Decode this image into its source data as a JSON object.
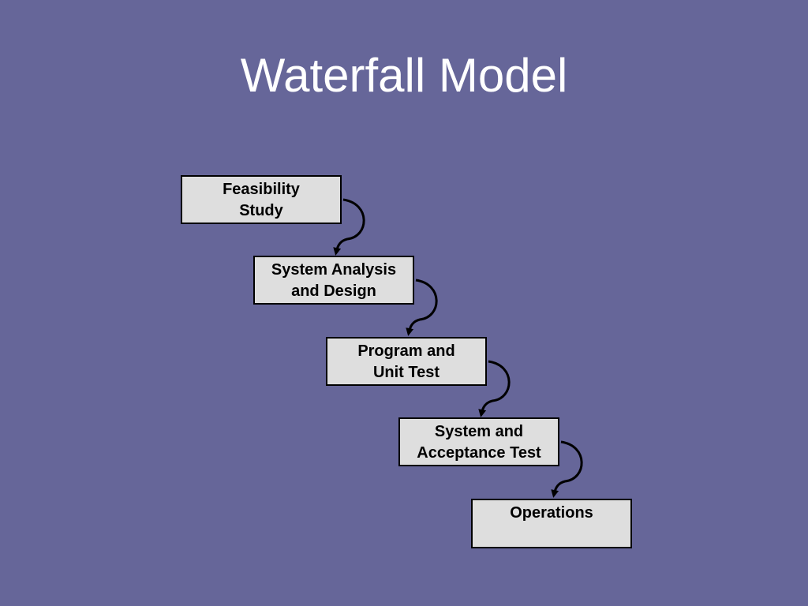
{
  "slide": {
    "title": "Waterfall Model",
    "background_color": "#666699"
  },
  "diagram": {
    "box_fill": "#dedede",
    "border_color": "#000000",
    "stages": [
      {
        "label": "Feasibility\nStudy"
      },
      {
        "label": "System Analysis\nand Design"
      },
      {
        "label": "Program and\nUnit Test"
      },
      {
        "label": "System and\nAcceptance Test"
      },
      {
        "label": "Operations"
      }
    ],
    "connector_icon": "curved-arrow-icon"
  }
}
